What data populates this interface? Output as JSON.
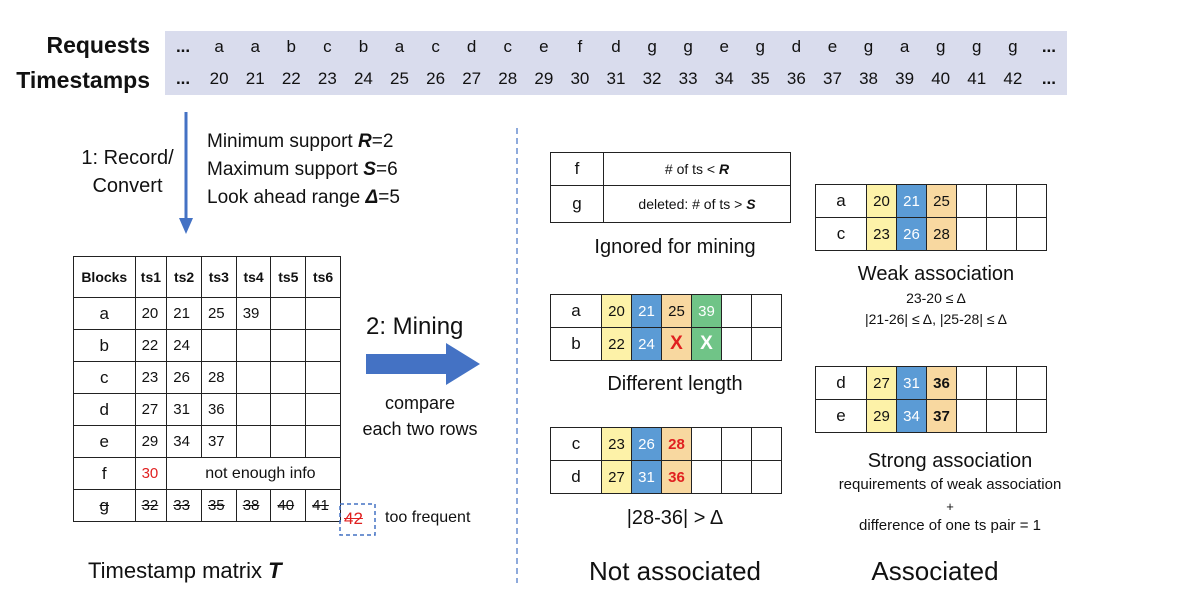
{
  "requests": {
    "label": "Requests",
    "items": [
      "...",
      "a",
      "a",
      "b",
      "c",
      "b",
      "a",
      "c",
      "d",
      "c",
      "e",
      "f",
      "d",
      "g",
      "g",
      "e",
      "g",
      "d",
      "e",
      "g",
      "a",
      "g",
      "g",
      "g",
      "..."
    ]
  },
  "timestamps": {
    "label": "Timestamps",
    "items": [
      "...",
      "20",
      "21",
      "22",
      "23",
      "24",
      "25",
      "26",
      "27",
      "28",
      "29",
      "30",
      "31",
      "32",
      "33",
      "34",
      "35",
      "36",
      "37",
      "38",
      "39",
      "40",
      "41",
      "42",
      "..."
    ]
  },
  "step1": {
    "label_line1": "1: Record/",
    "label_line2": "Convert"
  },
  "params": {
    "min_prefix": "Minimum support ",
    "min_var": "R",
    "min_suffix": "=2",
    "max_prefix": "Maximum support ",
    "max_var": "S",
    "max_suffix": "=6",
    "look_prefix": "Look ahead range ",
    "look_var": "Δ",
    "look_suffix": "=5"
  },
  "matrix": {
    "headers": [
      "Blocks",
      "ts1",
      "ts2",
      "ts3",
      "ts4",
      "ts5",
      "ts6"
    ],
    "rows": [
      {
        "block": "a",
        "cells": [
          "20",
          "21",
          "25",
          "39",
          "",
          ""
        ]
      },
      {
        "block": "b",
        "cells": [
          "22",
          "24",
          "",
          "",
          "",
          ""
        ]
      },
      {
        "block": "c",
        "cells": [
          "23",
          "26",
          "28",
          "",
          "",
          ""
        ]
      },
      {
        "block": "d",
        "cells": [
          "27",
          "31",
          "36",
          "",
          "",
          ""
        ]
      },
      {
        "block": "e",
        "cells": [
          "29",
          "34",
          "37",
          "",
          "",
          ""
        ]
      }
    ],
    "f_block": "f",
    "f_value": "30",
    "f_note": "not enough info",
    "g_block": "g",
    "g_values": [
      "32",
      "33",
      "35",
      "38",
      "40",
      "41"
    ],
    "g_extra": "42",
    "g_note": "too frequent",
    "caption_prefix": "Timestamp matrix ",
    "caption_var": "T"
  },
  "step2": {
    "label": "2: Mining",
    "compare_line1": "compare",
    "compare_line2": "each two rows"
  },
  "ignored": {
    "rows": [
      {
        "block": "f",
        "note_prefix": "# of ts < ",
        "note_var": "R"
      },
      {
        "block": "g",
        "note_prefix": "deleted: # of ts > ",
        "note_var": "S"
      }
    ],
    "caption": "Ignored for mining"
  },
  "different_length": {
    "a": {
      "block": "a",
      "cells": [
        "20",
        "21",
        "25",
        "39"
      ]
    },
    "b": {
      "block": "b",
      "cells": [
        "22",
        "24",
        "X",
        "X"
      ]
    },
    "caption": "Different length"
  },
  "not_assoc_example": {
    "c": {
      "block": "c",
      "cells": [
        "23",
        "26",
        "28"
      ]
    },
    "d": {
      "block": "d",
      "cells": [
        "27",
        "31",
        "36"
      ]
    },
    "caption": "|28-36| > Δ"
  },
  "weak": {
    "a": {
      "block": "a",
      "cells": [
        "20",
        "21",
        "25"
      ]
    },
    "c": {
      "block": "c",
      "cells": [
        "23",
        "26",
        "28"
      ]
    },
    "title": "Weak association",
    "line1": "23-20 ≤ Δ",
    "line2": "|21-26| ≤ Δ,  |25-28| ≤ Δ"
  },
  "strong": {
    "d": {
      "block": "d",
      "cells": [
        "27",
        "31",
        "36"
      ]
    },
    "e": {
      "block": "e",
      "cells": [
        "29",
        "34",
        "37"
      ]
    },
    "title": "Strong association",
    "line1": "requirements of weak association",
    "line2": "+",
    "line3": "difference of one ts pair = 1"
  },
  "footer": {
    "not_associated": "Not associated",
    "associated": "Associated"
  }
}
